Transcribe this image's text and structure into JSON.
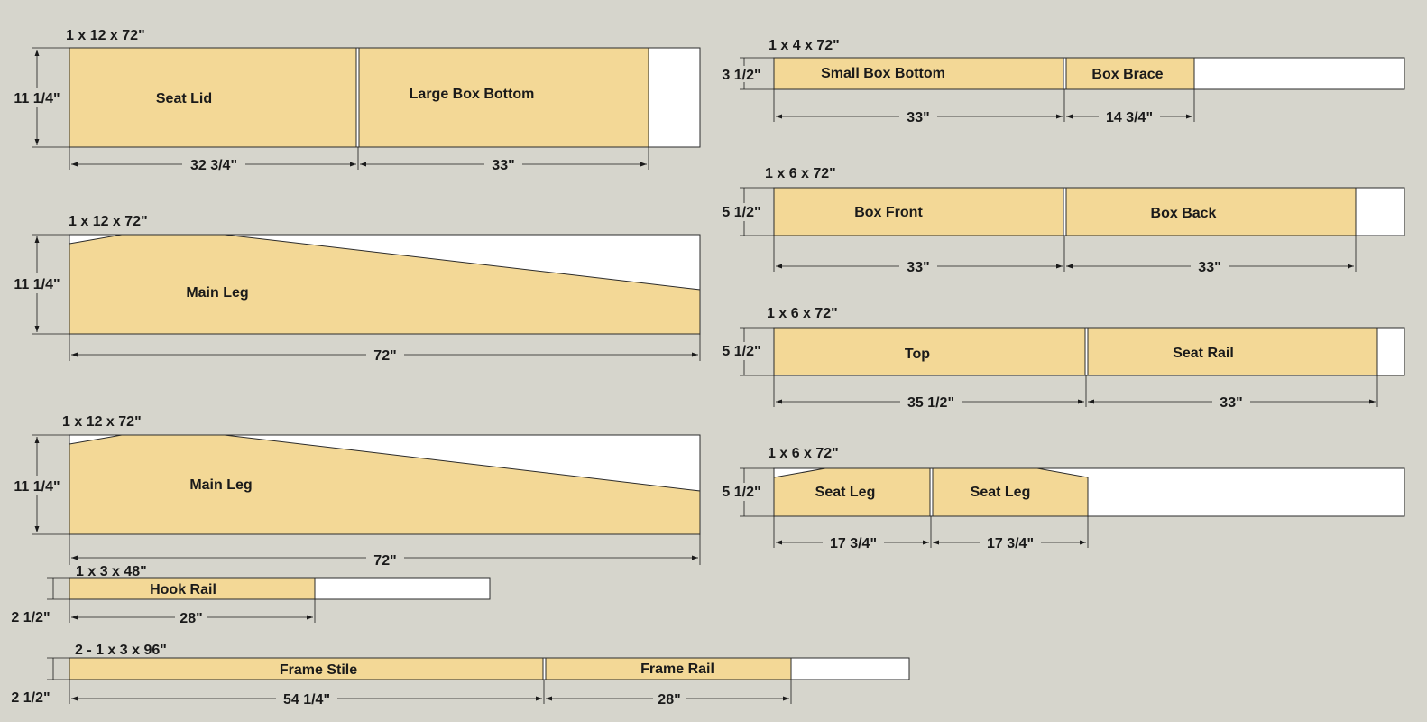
{
  "boards": {
    "b1": {
      "size": "1 x 12 x 72\"",
      "width": "11 1/4\"",
      "parts": [
        "Seat Lid",
        "Large Box Bottom"
      ],
      "dims": [
        "32 3/4\"",
        "33\""
      ]
    },
    "b2": {
      "size": "1 x 12 x 72\"",
      "width": "11 1/4\"",
      "parts": [
        "Main Leg"
      ],
      "dims": [
        "72\""
      ]
    },
    "b3": {
      "size": "1 x 12 x 72\"",
      "width": "11 1/4\"",
      "parts": [
        "Main Leg"
      ],
      "dims": [
        "72\""
      ]
    },
    "b4": {
      "size": "1 x 3 x 48\"",
      "width": "2 1/2\"",
      "parts": [
        "Hook Rail"
      ],
      "dims": [
        "28\""
      ]
    },
    "b5": {
      "size": "2 - 1 x 3 x 96\"",
      "width": "2 1/2\"",
      "parts": [
        "Frame Stile",
        "Frame Rail"
      ],
      "dims": [
        "54 1/4\"",
        "28\""
      ]
    },
    "b6": {
      "size": "1 x 4 x 72\"",
      "width": "3 1/2\"",
      "parts": [
        "Small Box Bottom",
        "Box Brace"
      ],
      "dims": [
        "33\"",
        "14 3/4\""
      ]
    },
    "b7": {
      "size": "1 x 6 x 72\"",
      "width": "5 1/2\"",
      "parts": [
        "Box Front",
        "Box Back"
      ],
      "dims": [
        "33\"",
        "33\""
      ]
    },
    "b8": {
      "size": "1 x 6 x 72\"",
      "width": "5 1/2\"",
      "parts": [
        "Top",
        "Seat Rail"
      ],
      "dims": [
        "35 1/2\"",
        "33\""
      ]
    },
    "b9": {
      "size": "1 x 6 x 72\"",
      "width": "5 1/2\"",
      "parts": [
        "Seat Leg",
        "Seat Leg"
      ],
      "dims": [
        "17 3/4\"",
        "17 3/4\""
      ]
    }
  },
  "colors": {
    "wood": "#f3d896",
    "waste": "#ffffff",
    "background": "#d6d5cc",
    "line": "#2b2b2b"
  }
}
